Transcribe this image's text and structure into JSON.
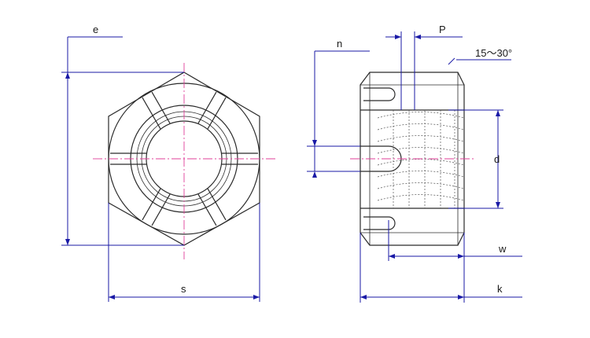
{
  "labels": {
    "e": "e",
    "s": "s",
    "n": "n",
    "p": "P",
    "angle": "15～30°",
    "d": "d",
    "w": "w",
    "k": "k"
  },
  "colors": {
    "dimension_line": "#1a1aa6",
    "center_line": "#e0409a",
    "outline": "#2b2b2b"
  }
}
